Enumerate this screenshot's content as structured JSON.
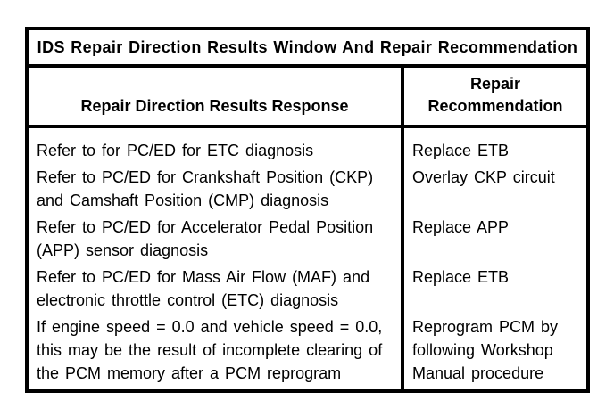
{
  "table": {
    "title": "IDS Repair Direction Results Window And Repair Recommendation",
    "columns": {
      "response": "Repair Direction Results Response",
      "recommendation": "Repair Recommendation"
    },
    "rows": [
      {
        "response": "Refer to for PC/ED for ETC diagnosis",
        "recommendation": "Replace ETB"
      },
      {
        "response": "Refer to PC/ED for Crankshaft Position (CKP) and Camshaft Position (CMP) diagnosis",
        "recommendation": "Overlay CKP circuit"
      },
      {
        "response": "Refer to PC/ED for Accelerator Pedal Position (APP) sensor diagnosis",
        "recommendation": "Replace APP"
      },
      {
        "response": "Refer to PC/ED for Mass Air Flow (MAF) and electronic throttle control (ETC) diagnosis",
        "recommendation": "Replace ETB"
      },
      {
        "response": "If engine speed = 0.0 and vehicle speed = 0.0, this may be the result of incomplete clearing of the PCM memory after a PCM reprogram",
        "recommendation": "Reprogram PCM by following Workshop Manual procedure"
      }
    ],
    "colors": {
      "border": "#000000",
      "text": "#000000",
      "background": "#ffffff"
    }
  }
}
